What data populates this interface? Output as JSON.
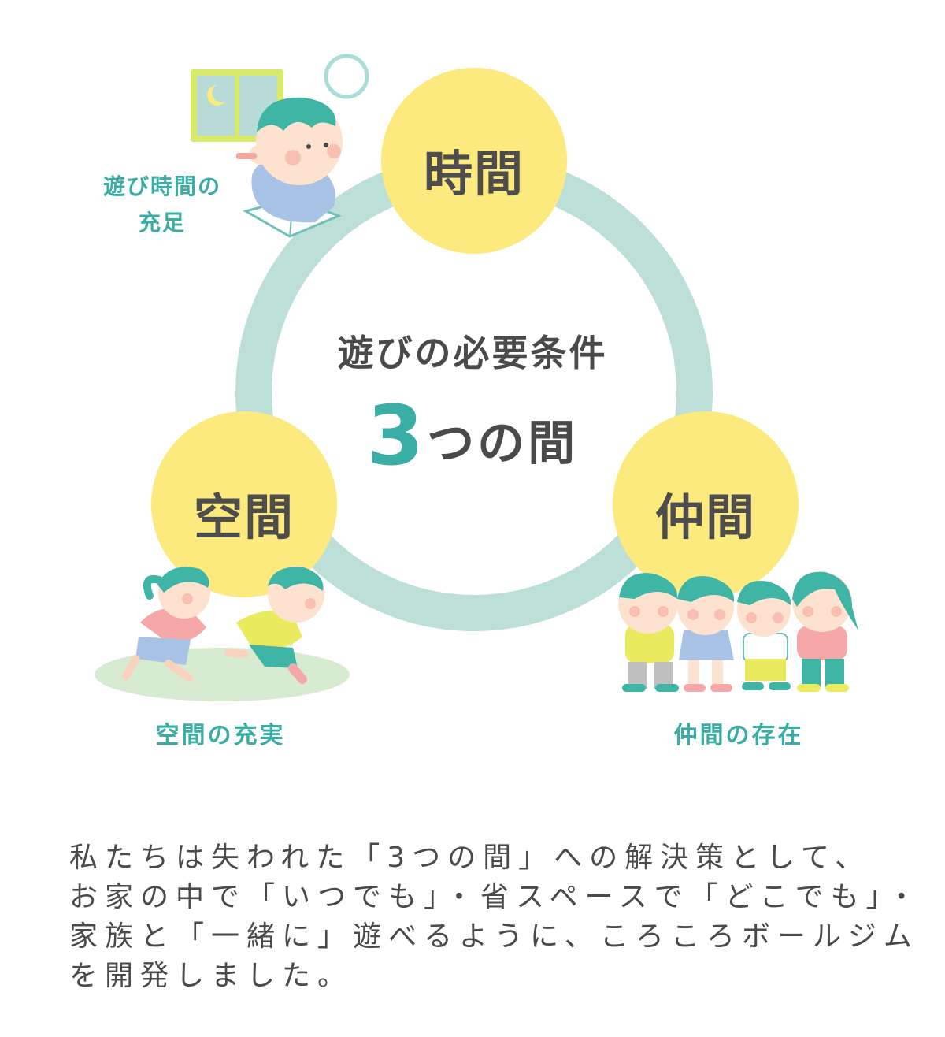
{
  "center": {
    "heading": "遊びの必要条件",
    "number": "3",
    "suffix": "つの間"
  },
  "circles": {
    "time": "時間",
    "space": "空間",
    "friends": "仲間"
  },
  "captions": {
    "time_line1": "遊び時間の",
    "time_line2": "充足",
    "space": "空間の充実",
    "friends": "仲間の存在"
  },
  "description": {
    "line1": "私たちは失われた「3つの間」への解決策として、",
    "line2": "お家の中で「いつでも」・省スペースで「どこでも」・",
    "line3": "家族と「一緒に」遊べるように、ころころボールジム",
    "line4": "を開発しました。"
  },
  "colors": {
    "ring": "#bcdfd8",
    "bubble": "#fcea7f",
    "accent": "#3aaea4",
    "text": "#4a4a4a"
  }
}
